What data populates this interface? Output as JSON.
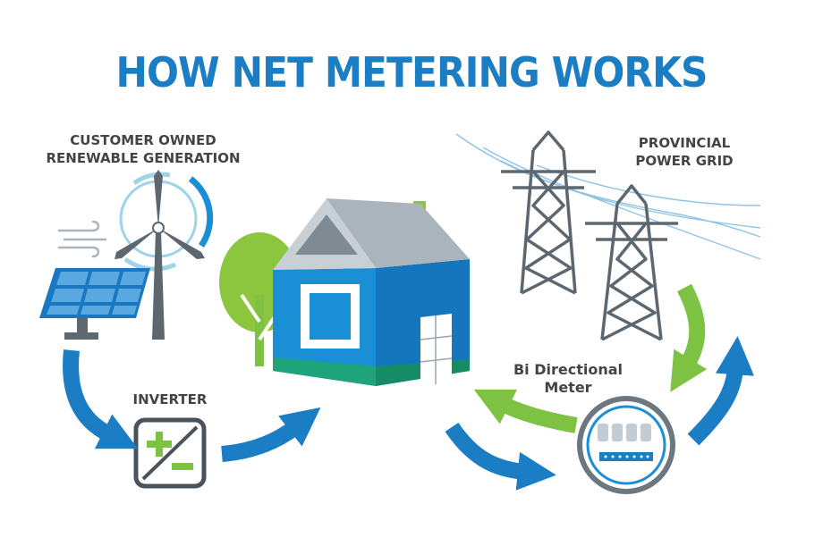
{
  "title": "HOW NET METERING WORKS",
  "labels": {
    "customer_generation": [
      "CUSTOMER OWNED",
      "RENEWABLE GENERATION"
    ],
    "power_grid": [
      "PROVINCIAL",
      "POWER GRID"
    ],
    "inverter": "INVERTER",
    "meter": [
      "Bi Directional",
      "Meter"
    ]
  },
  "icons": [
    "wind-turbine-icon",
    "solar-panel-icon",
    "wind-lines-icon",
    "house-icon",
    "tree-icon",
    "transmission-tower-icon",
    "inverter-icon",
    "bidirectional-meter-icon"
  ],
  "colors": {
    "title": "#1b7dc3",
    "label": "#444444",
    "arrow_blue": "#1b7dc3",
    "arrow_green": "#7dc242",
    "house_blue": "#1b8fd6",
    "roof_gray": "#a9b4bd",
    "tower_gray": "#5d6770",
    "panel_blue": "#1a78c2"
  }
}
